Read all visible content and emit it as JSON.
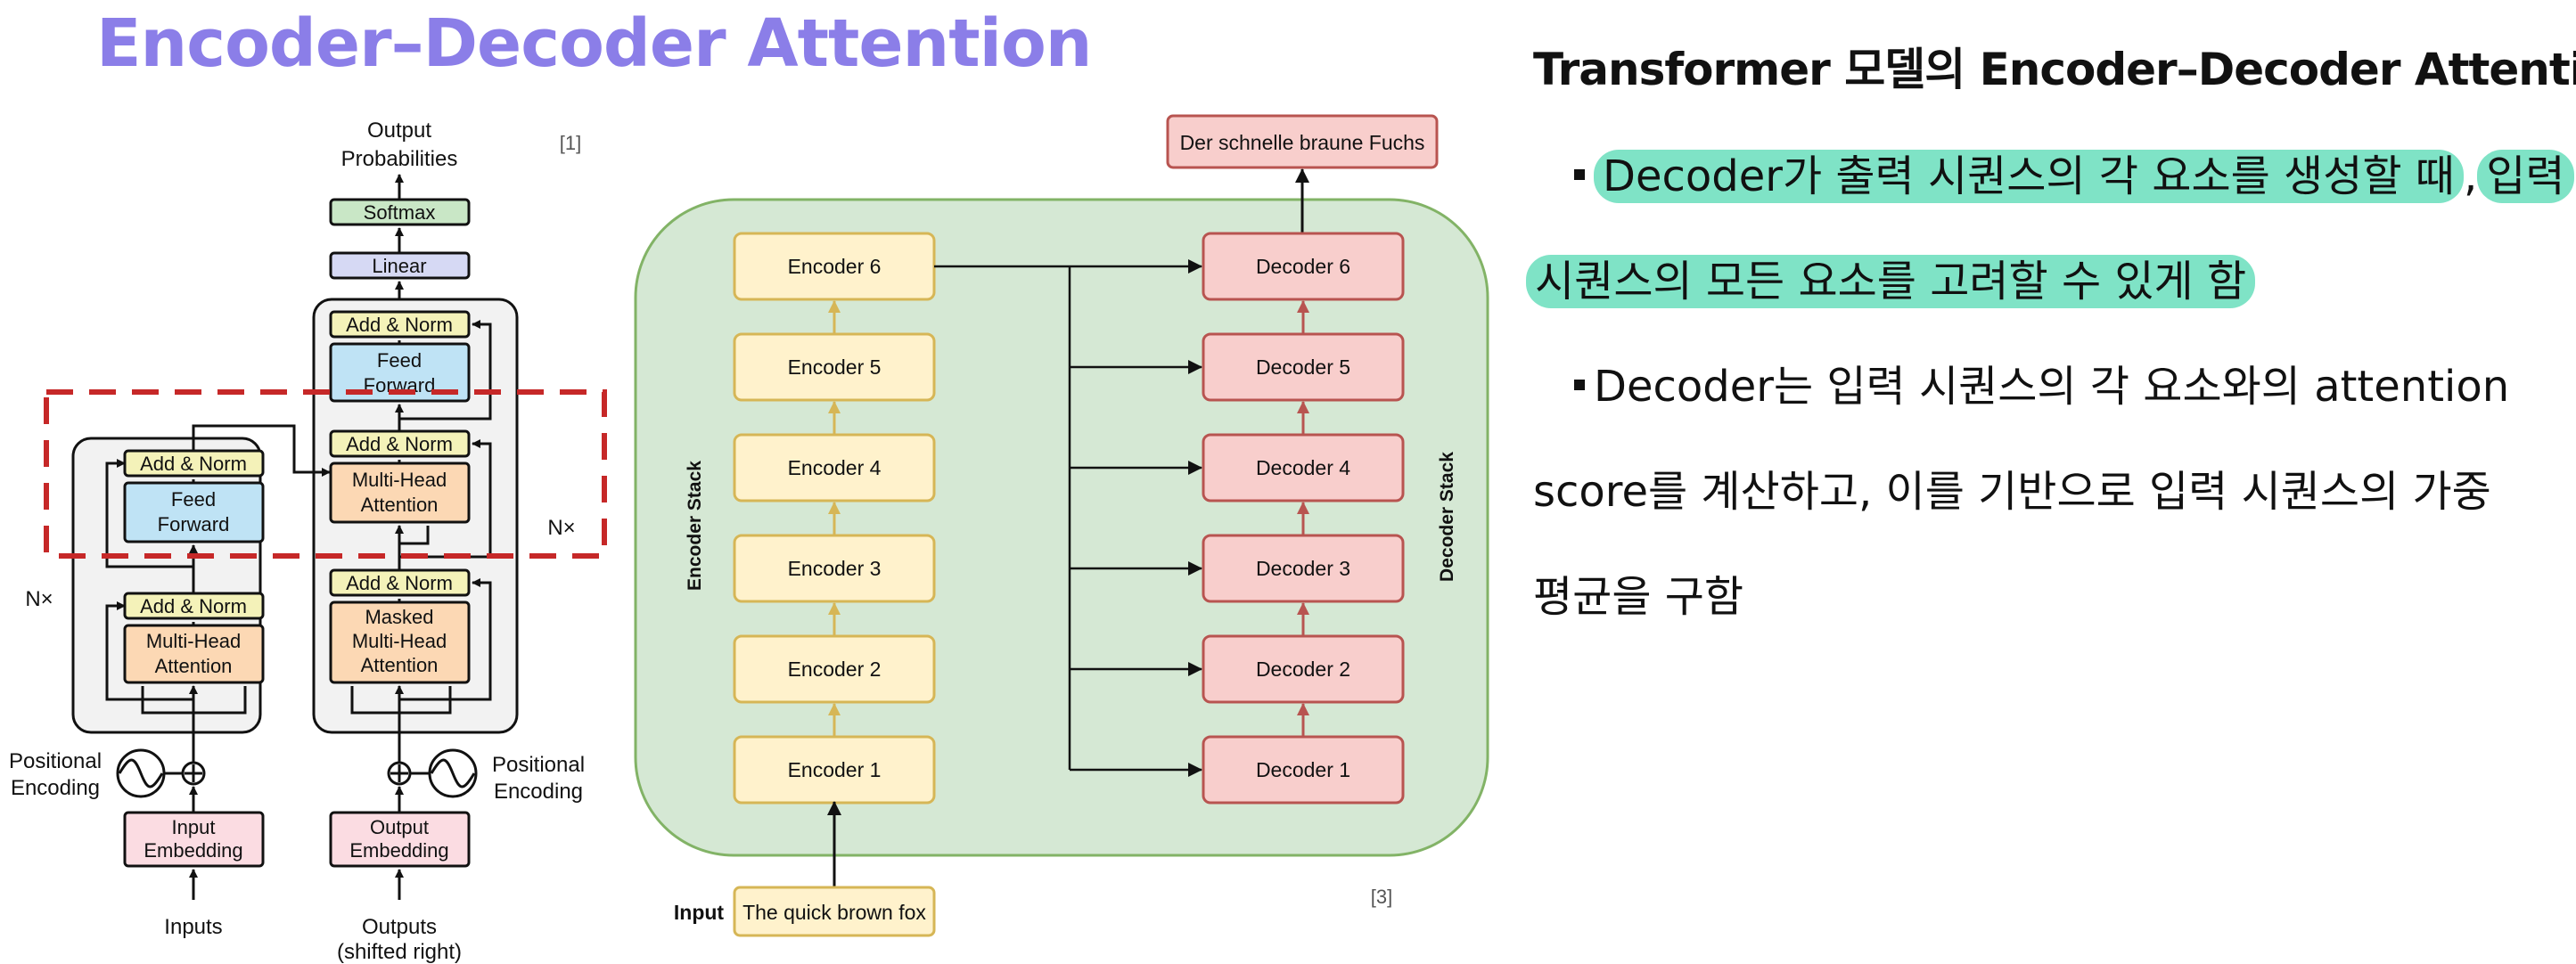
{
  "title": "Encoder–Decoder Attention",
  "transformer": {
    "output_probs": [
      "Output",
      "Probabilities"
    ],
    "ref": "[1]",
    "softmax": "Softmax",
    "linear": "Linear",
    "add_norm": "Add & Norm",
    "feed_forward": [
      "Feed",
      "Forward"
    ],
    "mha": [
      "Multi-Head",
      "Attention"
    ],
    "masked_mha": [
      "Masked",
      "Multi-Head",
      "Attention"
    ],
    "nx": "N×",
    "pos_enc": [
      "Positional",
      "Encoding"
    ],
    "input_emb": [
      "Input",
      "Embedding"
    ],
    "output_emb": [
      "Output",
      "Embedding"
    ],
    "inputs": "Inputs",
    "outputs": [
      "Outputs",
      "(shifted right)"
    ]
  },
  "stack": {
    "output_label": "Der schnelle braune Fuchs",
    "encoders": [
      "Encoder 6",
      "Encoder 5",
      "Encoder 4",
      "Encoder 3",
      "Encoder 2",
      "Encoder 1"
    ],
    "decoders": [
      "Decoder 6",
      "Decoder 5",
      "Decoder 4",
      "Decoder 3",
      "Decoder 2",
      "Decoder 1"
    ],
    "encoder_stack_label": "Encoder Stack",
    "decoder_stack_label": "Decoder Stack",
    "input_label": "Input",
    "input_text": "The quick brown fox",
    "ref": "[3]"
  },
  "right": {
    "heading": "Transformer 모델의 Encoder–Decoder Attention:",
    "b1_part1": "Decoder가 출력 시퀀스의 각 요소를 생성할 때",
    "b1_comma": ",",
    "b1_part2": "입력",
    "b1_line2": "시퀀스의 모든 요소를 고려할 수 있게 함",
    "b2_line1": "Decoder는 입력 시퀀스의 각 요소와의 attention",
    "b2_line2": "score를 계산하고, 이를 기반으로 입력 시퀀스의 가중",
    "b2_line3": "평균을 구함"
  },
  "colors": {
    "title": "#8b7ee8",
    "highlight": "#7fe3c6",
    "dashed_box": "#c62828",
    "stack_bg": "#d5e8d4",
    "encoder_fill": "#fff2cc",
    "decoder_fill": "#f8cecc"
  }
}
